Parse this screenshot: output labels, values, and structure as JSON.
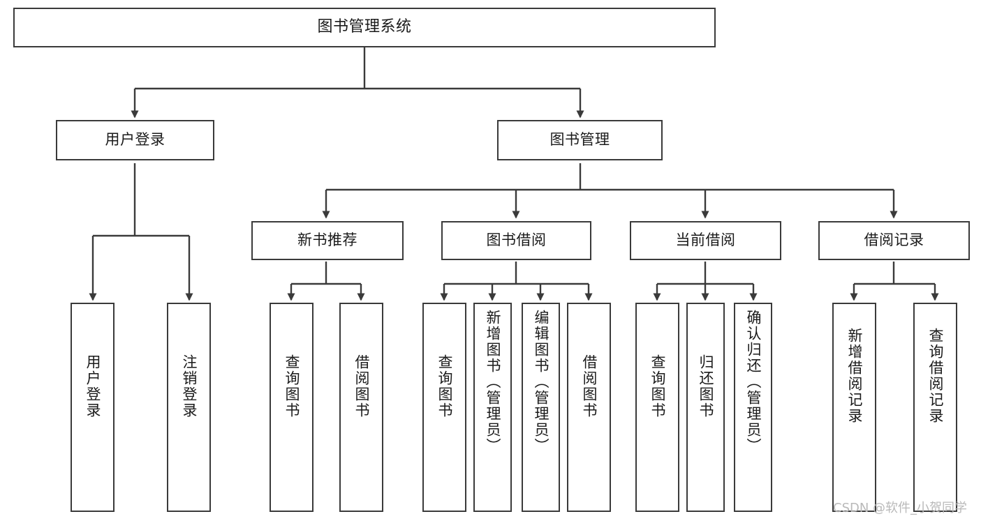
{
  "diagram": {
    "title": "图书管理系统",
    "type": "tree",
    "colors": {
      "box_border": "#3a3a3a",
      "box_fill": "#ffffff",
      "connector": "#3a3a3a",
      "text": "#1a1a1a",
      "watermark": "#b9b9b9",
      "background": "#ffffff"
    },
    "watermark": "CSDN @软件_小贺同学",
    "nodes": {
      "root": {
        "label": "图书管理系统"
      },
      "level2": [
        {
          "id": "user-login",
          "label": "用户登录"
        },
        {
          "id": "book-manage",
          "label": "图书管理"
        }
      ],
      "level3": [
        {
          "id": "new-book-rec",
          "label": "新书推荐"
        },
        {
          "id": "book-borrow",
          "label": "图书借阅"
        },
        {
          "id": "current-borrow",
          "label": "当前借阅"
        },
        {
          "id": "borrow-record",
          "label": "借阅记录"
        }
      ],
      "leaves": {
        "user-login": [
          {
            "id": "leaf-user-login",
            "label": "用户登录"
          },
          {
            "id": "leaf-logout",
            "label": "注销登录"
          }
        ],
        "new-book-rec": [
          {
            "id": "leaf-query-book-1",
            "label": "查询图书"
          },
          {
            "id": "leaf-borrow-book-1",
            "label": "借阅图书"
          }
        ],
        "book-borrow": [
          {
            "id": "leaf-query-book-2",
            "label": "查询图书"
          },
          {
            "id": "leaf-add-book",
            "label": "新增图书（管理员）"
          },
          {
            "id": "leaf-edit-book",
            "label": "编辑图书（管理员）"
          },
          {
            "id": "leaf-borrow-book-2",
            "label": "借阅图书"
          }
        ],
        "current-borrow": [
          {
            "id": "leaf-query-book-3",
            "label": "查询图书"
          },
          {
            "id": "leaf-return-book",
            "label": "归还图书"
          },
          {
            "id": "leaf-confirm-return",
            "label": "确认归还（管理员）"
          }
        ],
        "borrow-record": [
          {
            "id": "leaf-add-record",
            "label": "新增借阅记录"
          },
          {
            "id": "leaf-query-record",
            "label": "查询借阅记录"
          }
        ]
      }
    }
  }
}
